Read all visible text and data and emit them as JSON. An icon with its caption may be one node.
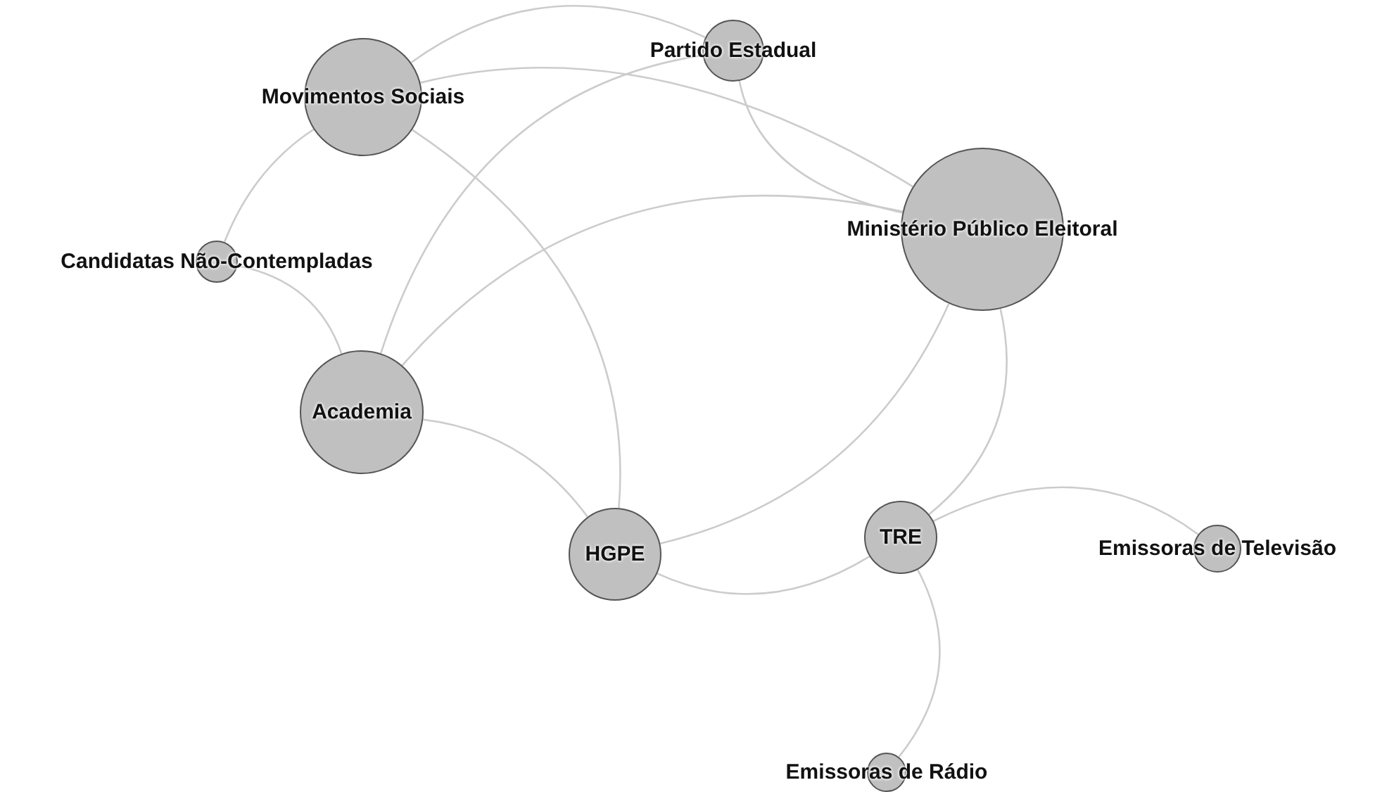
{
  "diagram": {
    "nodes": [
      {
        "text": [
          "Partido Estadual"
        ]
      },
      {
        "text": [
          "Movimentos Sociais"
        ]
      },
      {
        "text": [
          "Candidatas Não-Contempladas"
        ]
      },
      {
        "text": [
          "Ministério Público Eleitoral"
        ]
      },
      {
        "text": [
          "Academia"
        ]
      },
      {
        "text": [
          "HGPE"
        ]
      },
      {
        "text": [
          "TRE"
        ]
      },
      {
        "text": [
          "Emissoras de Televisão"
        ]
      },
      {
        "text": [
          "Emissoras de Rádio"
        ]
      }
    ],
    "edges": [
      {
        "from": 1,
        "to": 0,
        "arrow": "none"
      },
      {
        "from": 1,
        "to": 3,
        "arrow": "none"
      },
      {
        "from": 0,
        "to": 3,
        "arrow": "none"
      },
      {
        "from": 1,
        "to": 2,
        "arrow": "none"
      },
      {
        "from": 1,
        "to": 5,
        "arrow": "none"
      },
      {
        "from": 2,
        "to": 4,
        "arrow": "none"
      },
      {
        "from": 4,
        "to": 0,
        "arrow": "none"
      },
      {
        "from": 4,
        "to": 3,
        "arrow": "none"
      },
      {
        "from": 4,
        "to": 5,
        "arrow": "none"
      },
      {
        "from": 5,
        "to": 3,
        "arrow": "none"
      },
      {
        "from": 5,
        "to": 6,
        "arrow": "none"
      },
      {
        "from": 3,
        "to": 6,
        "arrow": "none"
      },
      {
        "from": 6,
        "to": 7,
        "arrow": "none"
      },
      {
        "from": 6,
        "to": 8,
        "arrow": "none"
      }
    ]
  }
}
